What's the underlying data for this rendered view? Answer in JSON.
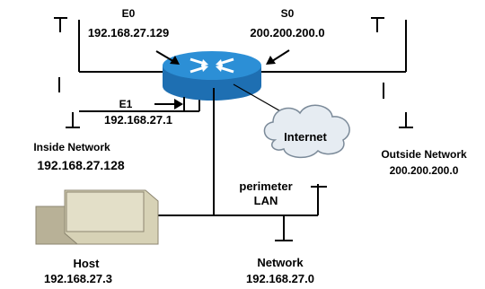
{
  "router": {
    "e0": {
      "name": "E0",
      "address": "192.168.27.129"
    },
    "s0": {
      "name": "S0",
      "address": "200.200.200.0"
    },
    "e1": {
      "name": "E1",
      "address": "192.168.27.1"
    }
  },
  "cloud": {
    "label": "Internet"
  },
  "networks": {
    "inside": {
      "title": "Inside Network",
      "address": "192.168.27.128"
    },
    "outside": {
      "title": "Outside Network",
      "address": "200.200.200.0"
    },
    "perimeter": {
      "line1": "perimeter",
      "line2": "LAN"
    },
    "lan": {
      "title": "Network",
      "address": "192.168.27.0"
    }
  },
  "host": {
    "title": "Host",
    "address": "192.168.27.3"
  },
  "colors": {
    "router_top": "#2c8fd6",
    "router_body": "#1e6fb2",
    "cloud_fill": "#e6ecf2",
    "host_fill": "#d7d2b6",
    "host_shadow": "#b8b197"
  }
}
